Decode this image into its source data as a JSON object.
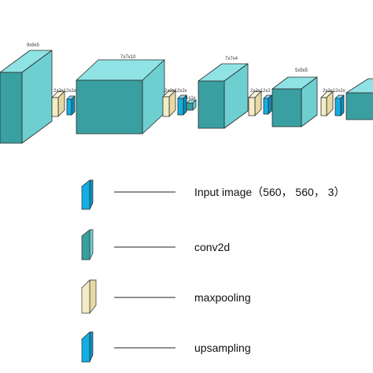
{
  "diagram": {
    "block_labels": {
      "b1": "9x9x5",
      "b2": "7x7x10",
      "b3": "7x7x4",
      "b4": "5x5x5",
      "pool1": "2x2x12x2x",
      "pool2": "2x2x12x2x",
      "conv_small": "1x1x",
      "pool3": "2x2x12x2",
      "pool4": "2x2x12x2x"
    }
  },
  "legend": {
    "items": [
      {
        "label": "Input image（560， 560， 3）",
        "icon": "blue-slab-icon"
      },
      {
        "label": "conv2d",
        "icon": "teal-slab-icon"
      },
      {
        "label": "maxpooling",
        "icon": "beige-slab-icon"
      },
      {
        "label": "upsampling",
        "icon": "cyan-slab-icon"
      }
    ]
  },
  "colors": {
    "conv_front": "#3a9fa0",
    "conv_top": "#8fe3e4",
    "conv_side": "#6ecfd1",
    "pool_front": "#f4ecc6",
    "pool_top": "#fbf6dc",
    "pool_side": "#e6d9a6",
    "input_front": "#13aee2",
    "input_top": "#7fd9f5",
    "input_side": "#0c8fbe",
    "line": "#222222"
  }
}
